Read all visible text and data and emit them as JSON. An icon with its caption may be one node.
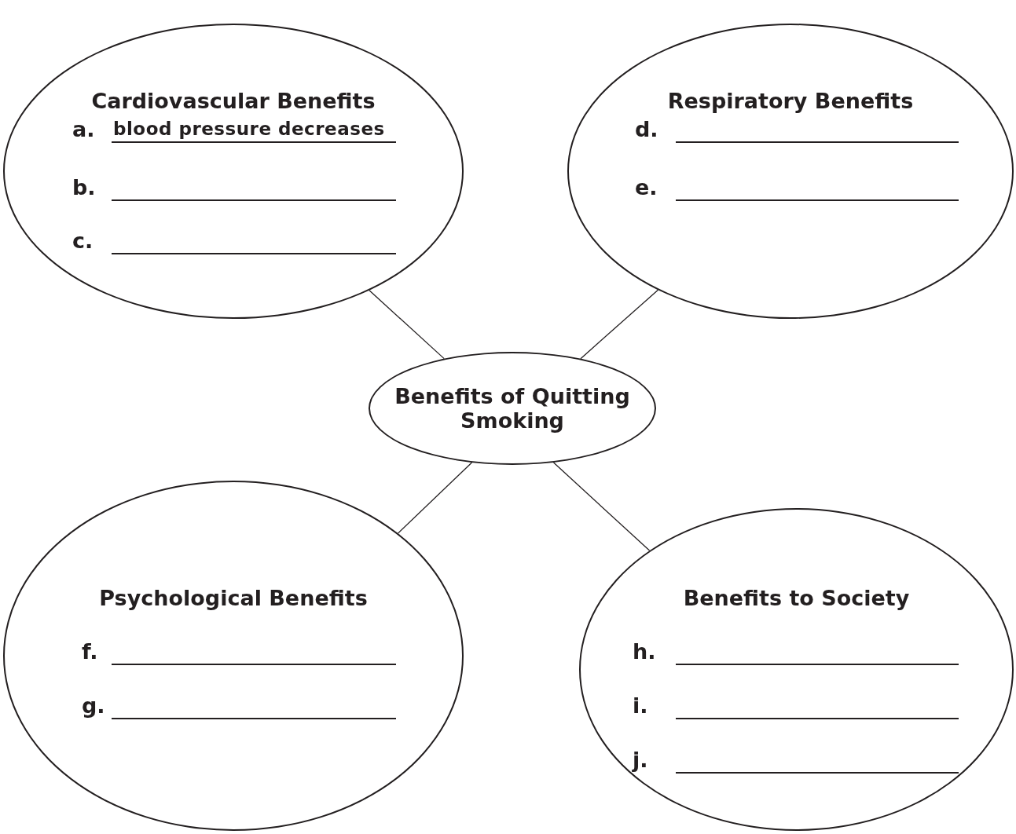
{
  "diagram": {
    "nodes": [
      {
        "text": [
          "Cardiovascular Benefits",
          "a.",
          "blood pressure decreases",
          "b.",
          "c."
        ]
      },
      {
        "text": [
          "Respiratory Benefits",
          "d.",
          "e."
        ]
      },
      {
        "text": [
          "Benefits of Quitting Smoking"
        ]
      },
      {
        "text": [
          "Psychological Benefits",
          "f.",
          "g."
        ]
      },
      {
        "text": [
          "Benefits to Society",
          "h.",
          "i.",
          "j."
        ]
      }
    ],
    "edges": [
      {
        "from": 2,
        "to": 0,
        "arrow": "none"
      },
      {
        "from": 2,
        "to": 1,
        "arrow": "none"
      },
      {
        "from": 2,
        "to": 3,
        "arrow": "none"
      },
      {
        "from": 2,
        "to": 4,
        "arrow": "none"
      }
    ]
  }
}
